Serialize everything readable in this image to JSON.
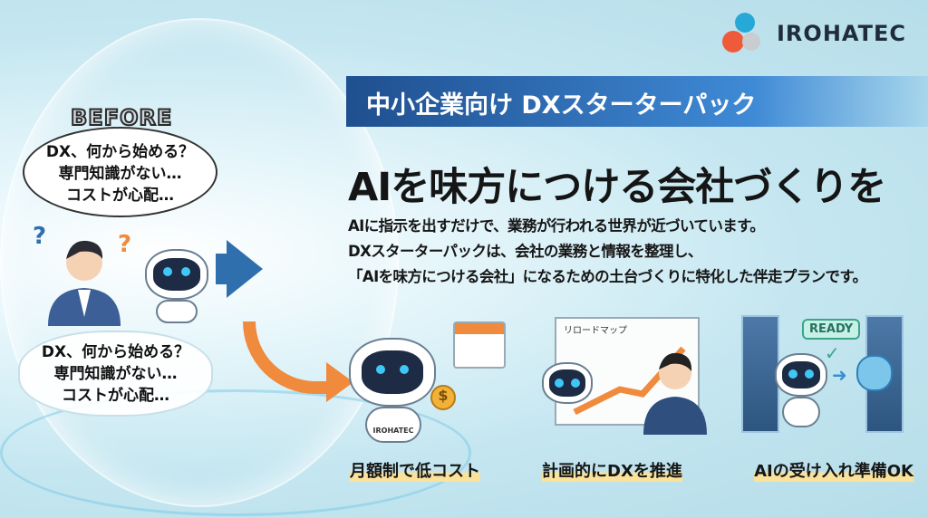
{
  "logo": {
    "name": "IROHATEC"
  },
  "banner": {
    "title": "中小企業向け DXスターターパック"
  },
  "headline": "AIを味方につける会社づくりを",
  "body": [
    "AIに指示を出すだけで、業務が行われる世界が近づいています。",
    "DXスターターパックは、会社の業務と情報を整理し、",
    "「AIを味方につける会社」になるための土台づくりに特化した伴走プランです。"
  ],
  "before": {
    "label": "BEFORE",
    "bubble_top": [
      "DX、何から始める？",
      "専門知識がない…",
      "コストが心配…"
    ],
    "bubble_bottom": [
      "DX、何から始める？",
      "専門知識がない…",
      "コストが心配…"
    ]
  },
  "features": [
    {
      "label": "月額制で低コスト",
      "shirt": "IROHATEC"
    },
    {
      "label": "計画的にDXを推進",
      "board": "リロードマップ"
    },
    {
      "label": "AIの受け入れ準備OK",
      "badge": "READY"
    }
  ],
  "colors": {
    "banner": "#2a5fa0",
    "arrow_blue": "#2f6fae",
    "arrow_orange": "#f08a3c",
    "highlight": "#fbe29a"
  }
}
